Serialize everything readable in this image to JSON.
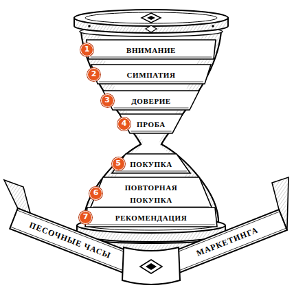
{
  "diagram": {
    "nodes": [
      {
        "text": [
          "ВНИМАНИЕ"
        ]
      },
      {
        "text": [
          "СИМПАТИЯ"
        ]
      },
      {
        "text": [
          "ДОВЕРИЕ"
        ]
      },
      {
        "text": [
          "ПРОБА"
        ]
      },
      {
        "text": [
          "ПОКУПКА"
        ]
      },
      {
        "text": [
          "ПОВТОРНАЯ ПОКУПКА"
        ]
      },
      {
        "text": [
          "РЕКОМЕНДАЦИЯ"
        ]
      }
    ],
    "labels": [
      "1",
      "2",
      "3",
      "4",
      "5",
      "6",
      "7",
      "ПЕСОЧНЫЕ ЧАСЫ",
      "МАРКЕТИНГА"
    ]
  }
}
